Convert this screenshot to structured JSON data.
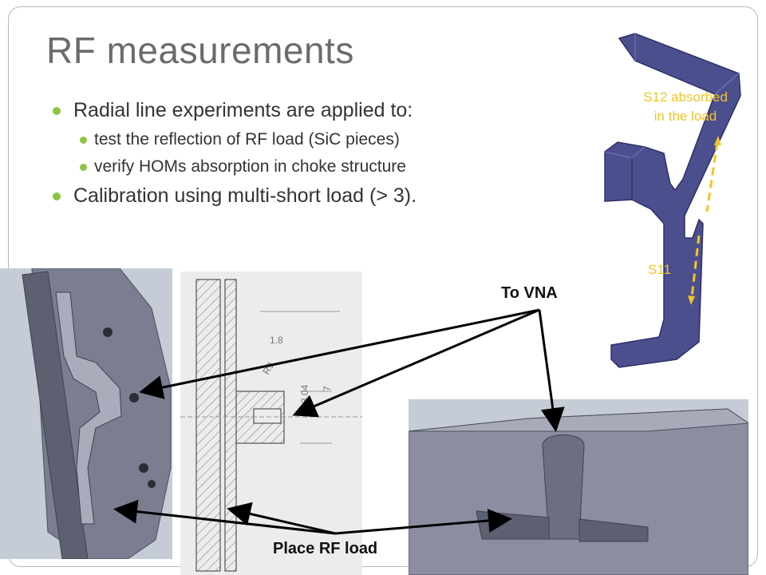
{
  "slide": {
    "title": "RF measurements",
    "bullets": [
      {
        "text": "Radial line experiments are applied to:",
        "level": 1
      },
      {
        "text": "test the reflection of RF load (SiC pieces)",
        "level": 2
      },
      {
        "text": "verify HOMs absorption in choke structure",
        "level": 2
      },
      {
        "text": "Calibration using multi-short load (> 3).",
        "level": 1
      }
    ],
    "labels": {
      "to_vna": "To VNA",
      "place_rf_load": "Place RF load"
    },
    "diagram": {
      "s12_line1": "S12 absorbed",
      "s12_line2": "in the load",
      "s11": "S11",
      "dim_1": "1.8",
      "dim_2": "3.04",
      "dim_3": "7",
      "dim_4": "R9"
    },
    "colors": {
      "accent_bullet": "#8cc63f",
      "s_param_label": "#f3c623",
      "model_fill": "#4c4f8e"
    }
  }
}
